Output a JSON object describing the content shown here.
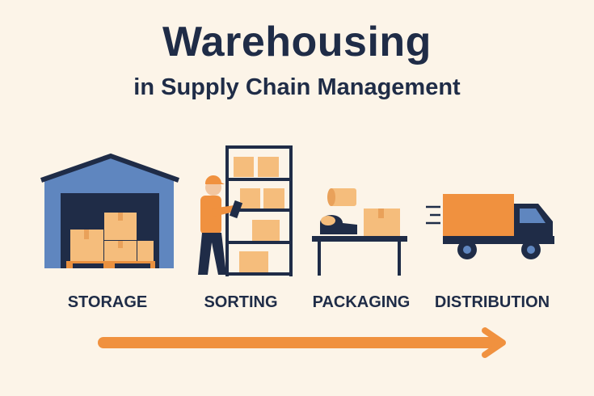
{
  "header": {
    "title": "Warehousing",
    "subtitle": "in Supply Chain Management"
  },
  "stages": [
    {
      "label": "STORAGE",
      "icon": "warehouse-icon"
    },
    {
      "label": "SORTING",
      "icon": "worker-shelf-icon"
    },
    {
      "label": "PACKAGING",
      "icon": "packing-table-icon"
    },
    {
      "label": "DISTRIBUTION",
      "icon": "truck-icon"
    }
  ],
  "colors": {
    "background": "#fcf4e8",
    "navy": "#1f2c47",
    "orange": "#f0913f",
    "blue": "#5f86bf",
    "box": "#f5bd7c"
  }
}
